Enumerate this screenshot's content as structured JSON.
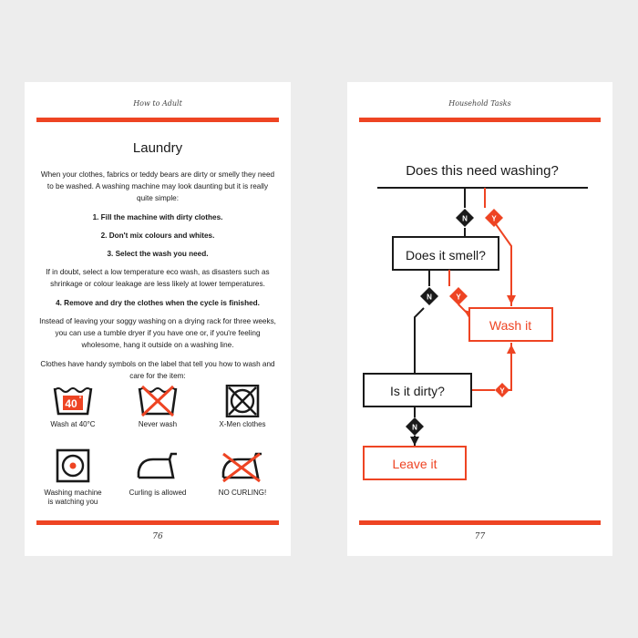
{
  "left_page": {
    "running_head": "How to Adult",
    "title": "Laundry",
    "intro": "When your clothes, fabrics or teddy bears are dirty or smelly they need to be washed. A washing machine may look daunting but it is really quite simple:",
    "steps": [
      "1. Fill the machine with dirty clothes.",
      "2. Don't mix colours and whites.",
      "3. Select the wash you need."
    ],
    "advice": "If in doubt, select a low temperature eco wash, as disasters such as shrinkage or colour leakage are less likely at lower temperatures.",
    "step4": "4. Remove and dry the clothes when the cycle is finished.",
    "drying": "Instead of leaving your soggy washing on a drying rack for three weeks, you can use a tumble dryer if you have one or, if you're feeling wholesome, hang it outside on a washing line.",
    "symbols_intro": "Clothes have handy symbols on the label that tell you how to wash and care for the item:",
    "symbols": [
      {
        "caption": "Wash at 40°C",
        "icon": "wash-40-icon",
        "tub_text": "40",
        "degree": "°"
      },
      {
        "caption": "Never wash",
        "icon": "never-wash-icon"
      },
      {
        "caption": "X-Men clothes",
        "icon": "x-men-icon"
      },
      {
        "caption_line1": "Washing machine",
        "caption_line2": "is watching you",
        "icon": "tumble-dry-icon"
      },
      {
        "caption": "Curling is allowed",
        "icon": "iron-icon"
      },
      {
        "caption": "NO CURLING!",
        "icon": "no-iron-icon"
      }
    ],
    "folio": "76"
  },
  "right_page": {
    "running_head": "Household Tasks",
    "flow": {
      "title": "Does this need washing?",
      "q1": "Does it smell?",
      "q2": "Is it dirty?",
      "result_yes": "Wash it",
      "result_no": "Leave it",
      "no_label": "N",
      "yes_label": "Y"
    },
    "folio": "77"
  },
  "colors": {
    "accent": "#ee4423",
    "ink": "#1a1a1a",
    "page": "#ffffff",
    "background": "#ededed"
  }
}
